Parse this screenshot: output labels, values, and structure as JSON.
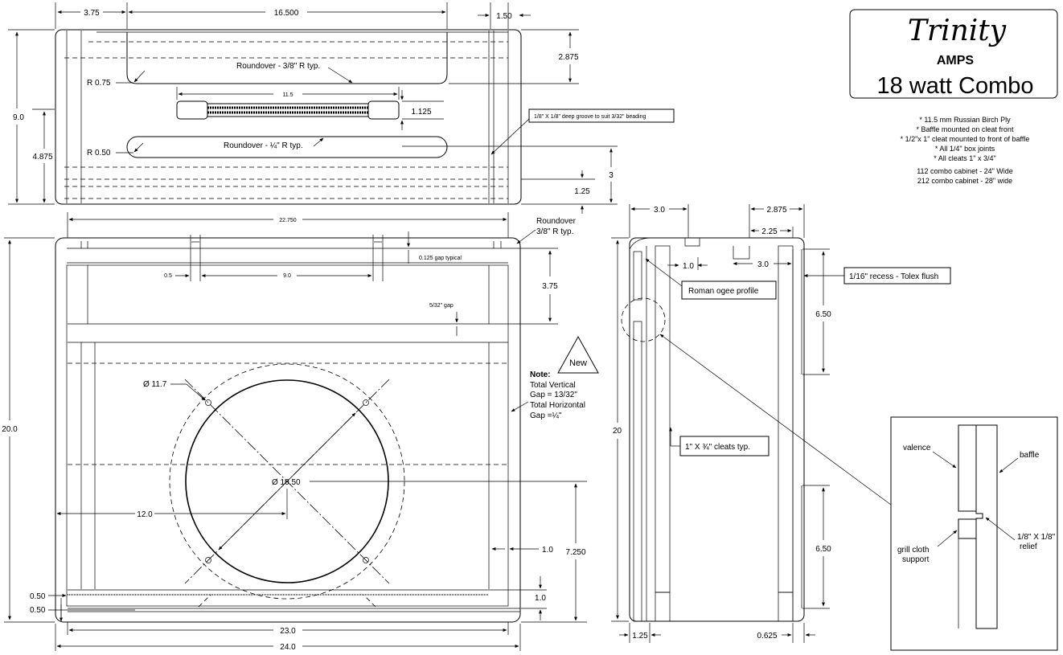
{
  "title_block": {
    "brand": "Trinity",
    "sub": "AMPS",
    "model": "18 watt Combo"
  },
  "notes": [
    "* 11.5 mm Russian Birch Ply",
    "* Baffle mounted on cleat front",
    "* 1/2\"x 1\" cleat mounted to front of baffle",
    "* All 1/4\" box joints",
    "* All cleats 1\" x 3/4\"",
    "112 combo cabinet  - 24\" Wide",
    "212 combo cabinet  - 28\" wide"
  ],
  "top_view": {
    "dim_left_offset": "3.75",
    "dim_handle_span": "16.500",
    "dim_right": "1.50",
    "dim_depth": "9.0",
    "dim_mid_depth": "4.875",
    "dim_front_top": "2.875",
    "dim_handle_w": "1.125",
    "dim_handle_len": "11.5",
    "dim_bottom_3": "3",
    "dim_bottom_125": "1.25",
    "r1": "R 0.75",
    "r2": "R 0.50",
    "roundover1": "Roundover - 3/8\" R typ.",
    "roundover2": "Roundover - ¼\" R typ.",
    "groove_note": "1/8\" X 1/8\" deep groove  to suit  3/32\"  beading"
  },
  "front_view": {
    "dim_width_top": "22.750",
    "roundover": [
      "Roundover",
      "3/8\" R typ."
    ],
    "dim_05": "0.5",
    "dim_90": "9.0",
    "gap_typical": "0.125 gap typical",
    "dim_375": "3.75",
    "gap_532": "5/32\" gap",
    "new_label": "New",
    "note_title": "Note:",
    "note_lines": [
      "Total Vertical",
      "Gap = 13/32\"",
      "Total Horizontal",
      "Gap =¼\""
    ],
    "dim_height": "20.0",
    "dia_outer": "Ø 11.7",
    "dia_inner": "Ø 10.50",
    "dim_12": "12.0",
    "dim_1_right": "1.0",
    "dim_7250": "7.250",
    "dim_1_bottom": "1.0",
    "dim_050a": "0.50",
    "dim_050b": "0.50",
    "dim_23": "23.0",
    "dim_24": "24.0"
  },
  "side_view": {
    "dim_3": "3.0",
    "dim_2875": "2.875",
    "dim_225": "2.25",
    "dim_10": "1.0",
    "dim_30": "3.0",
    "dim_20": "20",
    "dim_650a": "6.50",
    "dim_650b": "6.50",
    "dim_125": "1.25",
    "dim_0625": "0.625",
    "callout_ogee": "Roman ogee profile",
    "callout_recess": "1/16\" recess - Tolex flush",
    "callout_cleats": "1\" X ¾\" cleats typ."
  },
  "detail": {
    "valence": "valence",
    "baffle": "baffle",
    "grill": [
      "grill cloth",
      "support"
    ],
    "relief": [
      "1/8\" X 1/8\"",
      "relief"
    ]
  }
}
